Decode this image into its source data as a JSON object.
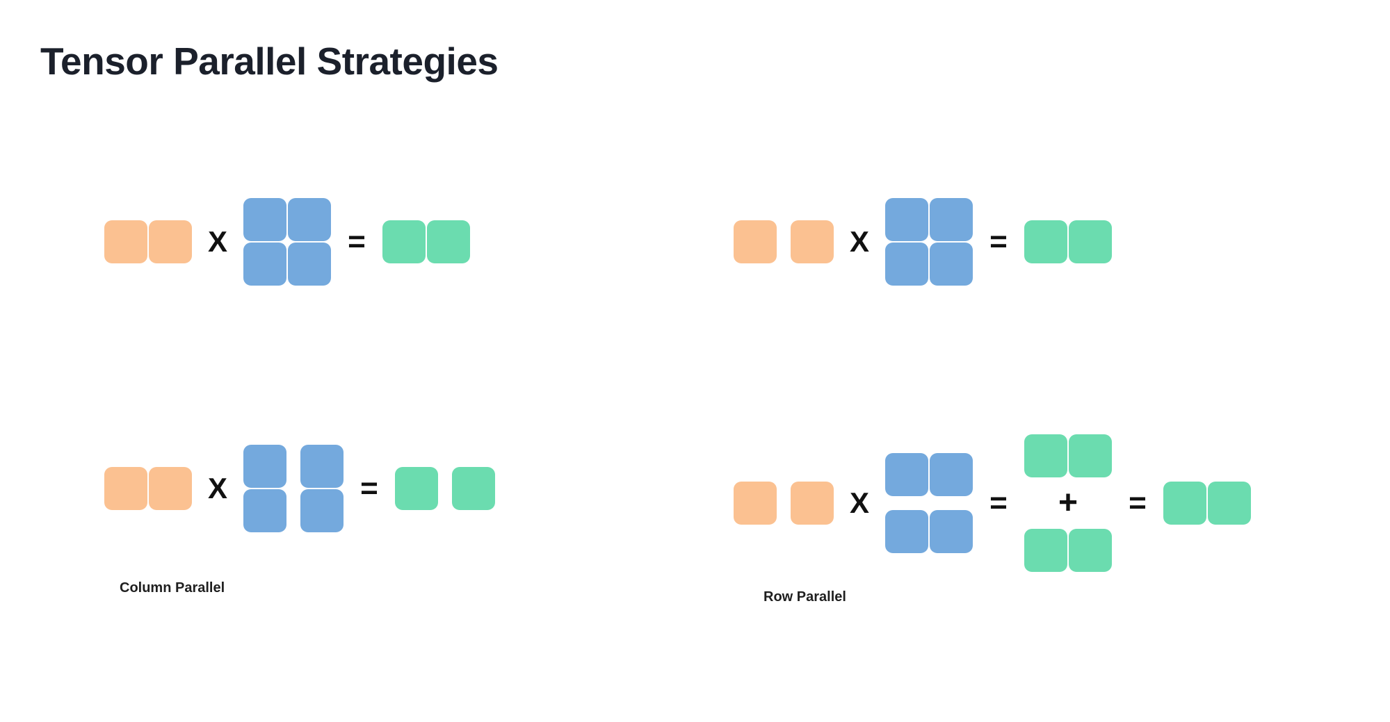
{
  "page": {
    "title": "Tensor Parallel Strategies",
    "background": "#ffffff"
  },
  "colors": {
    "title": "#1b202b",
    "input_orange": "#fbc191",
    "weight_blue": "#74a9dd",
    "output_green": "#6bdcaf",
    "operator": "#111111",
    "caption": "#1f1f1f"
  },
  "operators": {
    "multiply": "X",
    "equals": "=",
    "plus": "+"
  },
  "diagrams": [
    {
      "id": "top-left",
      "caption": "",
      "description": "Unsharded matmul: input row vector times full 2x2 weight matrix equals output row vector",
      "terms": [
        {
          "role": "input",
          "color": "input_orange",
          "shape": "1x2",
          "split": "none"
        },
        {
          "role": "weight",
          "color": "weight_blue",
          "shape": "2x2",
          "split": "none"
        },
        {
          "role": "output",
          "color": "output_green",
          "shape": "1x2",
          "split": "none"
        }
      ]
    },
    {
      "id": "top-right",
      "caption": "",
      "description": "Unsharded matmul with split input: input row vector times full 2x2 weight matrix equals output row vector",
      "terms": [
        {
          "role": "input",
          "color": "input_orange",
          "shape": "1x2",
          "split": "columns"
        },
        {
          "role": "weight",
          "color": "weight_blue",
          "shape": "2x2",
          "split": "none"
        },
        {
          "role": "output",
          "color": "output_green",
          "shape": "1x2",
          "split": "none"
        }
      ]
    },
    {
      "id": "bottom-left",
      "caption": "Column Parallel",
      "description": "Weight matrix sharded along columns; each shard produces an independent output column",
      "terms": [
        {
          "role": "input",
          "color": "input_orange",
          "shape": "1x2",
          "split": "none"
        },
        {
          "role": "weight",
          "color": "weight_blue",
          "shape": "2x2",
          "split": "columns"
        },
        {
          "role": "output",
          "color": "output_green",
          "shape": "1x2",
          "split": "columns"
        }
      ]
    },
    {
      "id": "bottom-right",
      "caption": "Row Parallel",
      "description": "Weight matrix sharded along rows; each shard produces a partial sum that must be all-reduced",
      "terms": [
        {
          "role": "input",
          "color": "input_orange",
          "shape": "1x2",
          "split": "columns"
        },
        {
          "role": "weight",
          "color": "weight_blue",
          "shape": "2x2",
          "split": "rows"
        },
        {
          "role": "partial",
          "color": "output_green",
          "shape": "1x2",
          "split": "none",
          "count": 2
        },
        {
          "role": "output",
          "color": "output_green",
          "shape": "1x2",
          "split": "none"
        }
      ]
    }
  ],
  "captions": {
    "column_parallel": "Column Parallel",
    "row_parallel": "Row Parallel"
  }
}
